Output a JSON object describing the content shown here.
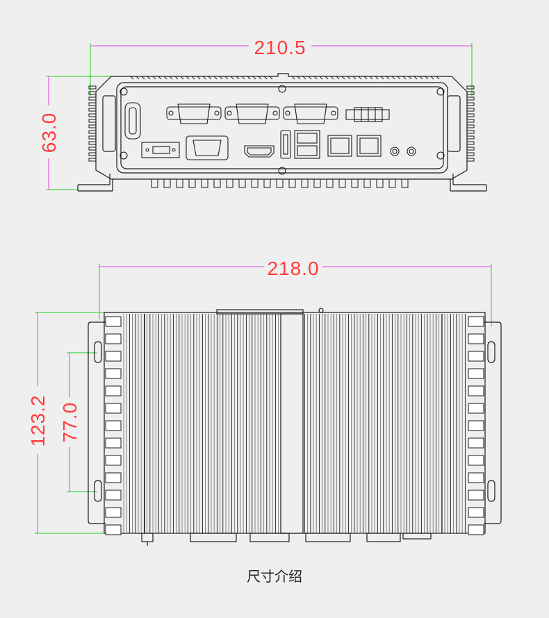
{
  "front_view": {
    "width_label": "210.5",
    "height_label": "63.0"
  },
  "top_view": {
    "width_label": "218.0",
    "height_label": "123.2",
    "hole_spacing_label": "77.0"
  },
  "caption": "尺寸介绍",
  "colors": {
    "dimension_text": "#ff3b3b",
    "extension_line": "#1ccf1c",
    "dimension_line": "#e040e0",
    "outline": "#1a1a1a",
    "background": "#efefef"
  }
}
